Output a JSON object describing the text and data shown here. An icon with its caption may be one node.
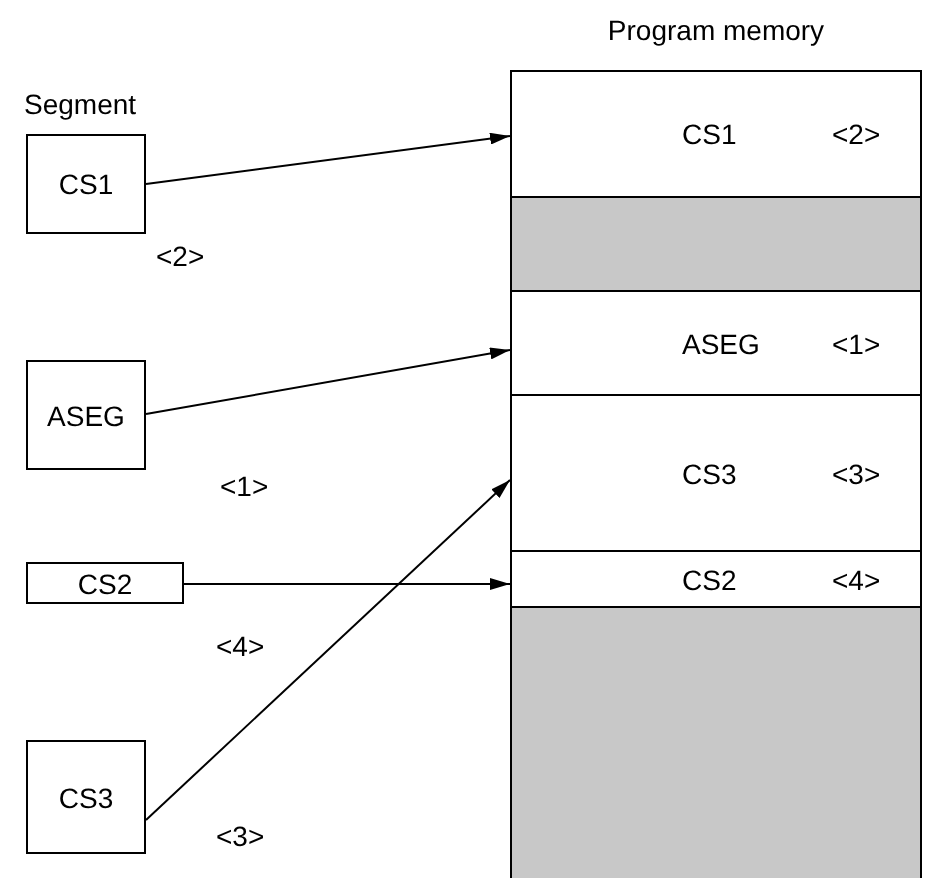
{
  "diagram": {
    "nodes": [
      {
        "text": [
          "Program memory"
        ]
      },
      {
        "text": [
          "CS1",
          "<2>"
        ],
        "in": 0
      },
      {
        "text": [],
        "shape": "box",
        "in": 0
      },
      {
        "text": [
          "ASEG",
          "<1>"
        ],
        "in": 0
      },
      {
        "text": [
          "CS3",
          "<3>"
        ],
        "in": 0
      },
      {
        "text": [
          "CS2",
          "<4>"
        ],
        "in": 0
      },
      {
        "text": [],
        "shape": "box",
        "in": 0
      },
      {
        "text": [
          "CS1"
        ],
        "beside": [
          "<2>"
        ]
      },
      {
        "text": [
          "ASEG"
        ],
        "beside": [
          "<1>"
        ]
      },
      {
        "text": [
          "CS2"
        ],
        "beside": [
          "<4>"
        ]
      },
      {
        "text": [
          "CS3"
        ],
        "beside": [
          "<3>"
        ]
      }
    ],
    "edges": [
      {
        "from": 7,
        "to": 1,
        "arrow": "to"
      },
      {
        "from": 8,
        "to": 3,
        "arrow": "to"
      },
      {
        "from": 9,
        "to": 5,
        "arrow": "to"
      },
      {
        "from": 10,
        "to": 4,
        "arrow": "to"
      }
    ],
    "labels": [
      "Segment"
    ]
  }
}
